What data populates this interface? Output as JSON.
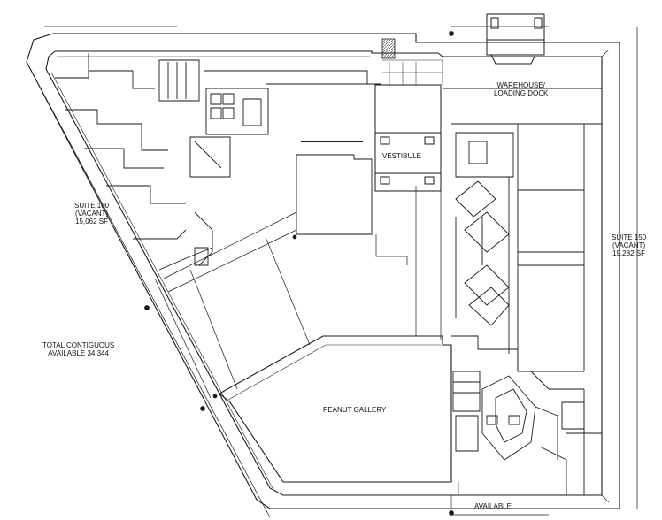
{
  "labels": {
    "warehouse_line1": "WAREHOUSE/",
    "warehouse_line2": "LOADING DOCK",
    "vestibule": "VESTIBULE",
    "suite100_line1": "SUITE 100",
    "suite100_line2": "(VACANT)",
    "suite100_line3": "15,062 SF",
    "suite150_line1": "SUITE 150",
    "suite150_line2": "(VACANT)",
    "suite150_line3": "19,282 SF",
    "total_line1": "TOTAL CONTIGUOUS",
    "total_line2": "AVAILABLE 34,344",
    "peanut_gallery": "PEANUT GALLERY",
    "available": "AVAILABLE"
  },
  "colors": {
    "linework": "#1a1a1a",
    "fill_hatch": "#555555",
    "background": "#ffffff"
  }
}
